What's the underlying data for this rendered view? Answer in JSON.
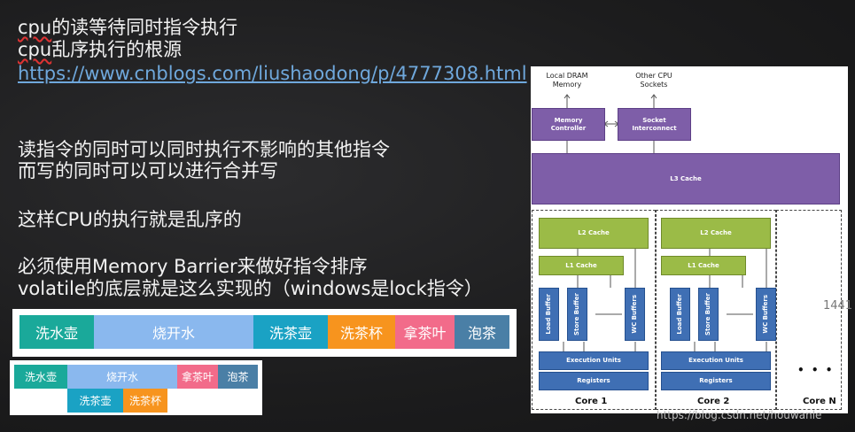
{
  "text": {
    "line1": "cpu的读等待同时指令执行",
    "line2": "cpu乱序执行的根源",
    "link": "https://www.cnblogs.com/liushaodong/p/4777308.html",
    "line3": "读指令的同时可以同时执行不影响的其他指令",
    "line4": "而写的同时可以可以进行合并写",
    "line5": "这样CPU的执行就是乱序的",
    "line6": "必须使用Memory Barrier来做好指令排序",
    "line7": "volatile的底层就是这么实现的（windows是lock指令）"
  },
  "timeline1": [
    {
      "label": "洗水壶",
      "color": "#1aa99a"
    },
    {
      "label": "烧开水",
      "color": "#8ab8ee"
    },
    {
      "label": "洗茶壶",
      "color": "#1aa2c4"
    },
    {
      "label": "洗茶杯",
      "color": "#f7941e"
    },
    {
      "label": "拿茶叶",
      "color": "#f26b8a"
    },
    {
      "label": "泡茶",
      "color": "#4a7fa6"
    }
  ],
  "timeline2": {
    "top": [
      {
        "label": "洗水壶",
        "color": "#1aa99a"
      },
      {
        "label": "烧开水",
        "color": "#8ab8ee"
      },
      {
        "label": "拿茶叶",
        "color": "#f26b8a"
      },
      {
        "label": "泡茶",
        "color": "#4a7fa6"
      }
    ],
    "bottom": [
      {
        "label": "洗茶壶",
        "color": "#1aa2c4"
      },
      {
        "label": "洗茶杯",
        "color": "#f7941e"
      }
    ]
  },
  "diagram": {
    "local_dram": "Local DRAM\nMemory",
    "other_cpu": "Other CPU\nSockets",
    "memory_controller": "Memory\nController",
    "socket_interconnect": "Socket\nInterconnect",
    "l3": "L3 Cache",
    "l2": "L2 Cache",
    "l1": "L1 Cache",
    "load_buffer": "Load Buffer",
    "store_buffer": "Store Buffer",
    "wc_buffers": "WC Buffers",
    "execution_units": "Execution Units",
    "registers": "Registers",
    "core1": "Core 1",
    "core2": "Core 2",
    "coren": "Core N",
    "ellipsis": "• • •"
  },
  "side_number": "1441",
  "watermark": "https://blog.csdn.net/houwanle"
}
